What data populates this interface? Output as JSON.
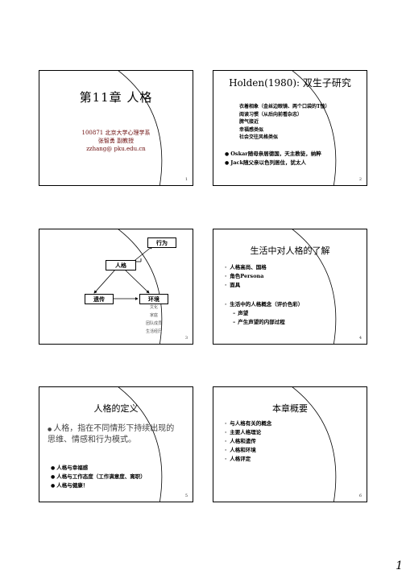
{
  "slide1": {
    "title": "第11章  人格",
    "info": [
      "100871 北京大学心理学系",
      "张智勇  副教授",
      "zzhang@ pku.edu.cn"
    ],
    "page": "1"
  },
  "slide2": {
    "title": "Holden(1980): 双生子研究",
    "lines": [
      "衣着相象（金丝边眼镜、两个口袋的T恤）",
      "阅读习惯（从后向前看杂志）",
      "脾气接近",
      "幸福感类似",
      "社会交往风格类似"
    ],
    "bullets": [
      "Oskar随母亲居德国，天主教徒，纳粹",
      "Jack随父亲以色列居住，犹太人"
    ],
    "page": "2"
  },
  "slide3": {
    "boxes": {
      "behavior": "行为",
      "personality": "人格",
      "heredity": "遗传",
      "environment": "环境"
    },
    "env_items": [
      "文化",
      "家庭",
      "团队成员",
      "生活经历"
    ],
    "page": "3"
  },
  "slide4": {
    "title": "生活中对人格的了解",
    "items": [
      "人格高尚、国格",
      "角色Persona",
      "面具"
    ],
    "item2": "生活中的人格概念（评价色彩）",
    "subitems": [
      "声望",
      "产生声望的内部过程"
    ],
    "page": "4"
  },
  "slide5": {
    "title": "人格的定义",
    "definition": "人格，指在不同情形下持续出现的思维、情感和行为模式。",
    "bullets": [
      "人格与幸福感",
      "人格与工作态度（工作满意度、离职）",
      "人格与健康！"
    ],
    "page": "5"
  },
  "slide6": {
    "title": "本章概要",
    "items": [
      "与人格有关的概念",
      "主要人格理论",
      "人格和遗传",
      "人格和环境",
      "人格评定"
    ],
    "page": "6"
  },
  "page_number": "1"
}
